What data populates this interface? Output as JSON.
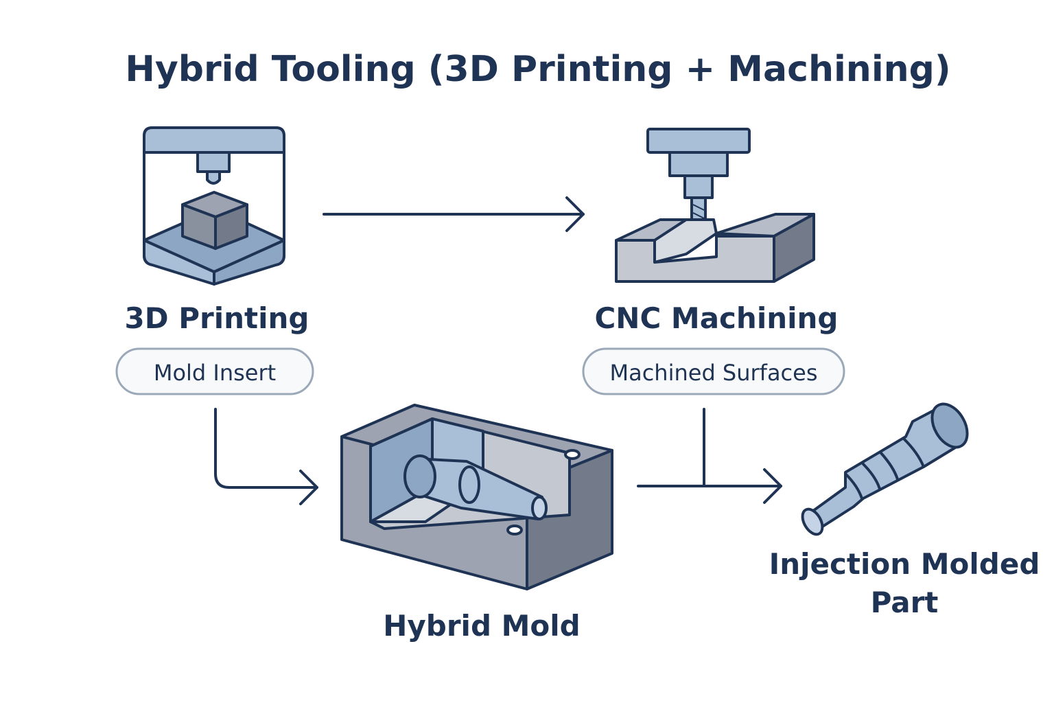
{
  "title": "Hybrid Tooling (3D Printing + Machining)",
  "nodes": {
    "printing": {
      "label": "3D Printing",
      "pill": "Mold Insert"
    },
    "cnc": {
      "label": "CNC Machining",
      "pill": "Machined Surfaces"
    },
    "mold": {
      "label": "Hybrid Mold"
    },
    "part": {
      "label_line1": "Injection Molded",
      "label_line2": "Part"
    }
  },
  "icons": {
    "printing": "3d-printer-icon",
    "cnc": "cnc-mill-icon",
    "mold": "hybrid-mold-icon",
    "part": "molded-part-icon"
  },
  "colors": {
    "outline": "#1f3354",
    "light_blue": "#a9bfd8",
    "mid_blue": "#8da6c4",
    "gray_light": "#c4c8d1",
    "gray_mid": "#9da3b0",
    "gray_dark": "#737b8a",
    "pill_border": "#9aa8b8",
    "pill_fill": "#f7f9fb"
  }
}
